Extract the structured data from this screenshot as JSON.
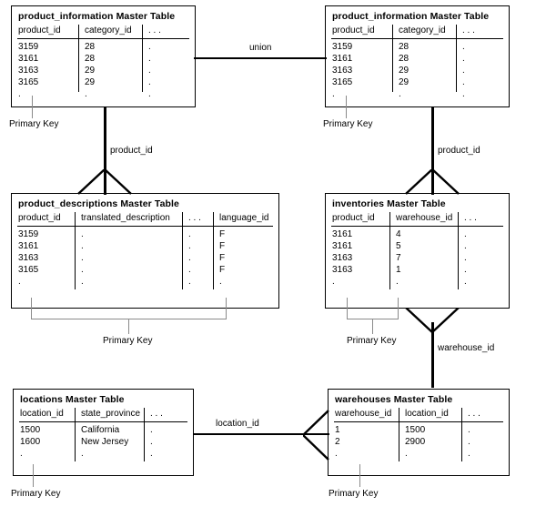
{
  "diagram": {
    "type": "entity-relationship-diagram",
    "pk_label": "Primary Key",
    "tables": [
      {
        "id": "product_information_left",
        "title": "product_information Master Table",
        "columns": [
          "product_id",
          "category_id",
          ". . ."
        ],
        "rows": [
          [
            "3159",
            "28",
            "."
          ],
          [
            "3161",
            "28",
            "."
          ],
          [
            "3163",
            "29",
            "."
          ],
          [
            "3165",
            "29",
            "."
          ],
          [
            ".",
            ".",
            "."
          ]
        ],
        "primary_key": [
          "product_id"
        ]
      },
      {
        "id": "product_information_right",
        "title": "product_information Master Table",
        "columns": [
          "product_id",
          "category_id",
          ". . ."
        ],
        "rows": [
          [
            "3159",
            "28",
            "."
          ],
          [
            "3161",
            "28",
            "."
          ],
          [
            "3163",
            "29",
            "."
          ],
          [
            "3165",
            "29",
            "."
          ],
          [
            ".",
            ".",
            "."
          ]
        ],
        "primary_key": [
          "product_id"
        ]
      },
      {
        "id": "product_descriptions",
        "title": "product_descriptions Master Table",
        "columns": [
          "product_id",
          "translated_description",
          ". . .",
          "language_id"
        ],
        "rows": [
          [
            "3159",
            ".",
            ".",
            "F"
          ],
          [
            "3161",
            ".",
            ".",
            "F"
          ],
          [
            "3163",
            ".",
            ".",
            "F"
          ],
          [
            "3165",
            ".",
            ".",
            "F"
          ],
          [
            ".",
            ".",
            ".",
            "."
          ]
        ],
        "primary_key": [
          "product_id",
          "language_id"
        ]
      },
      {
        "id": "inventories",
        "title": "inventories Master Table",
        "columns": [
          "product_id",
          "warehouse_id",
          ". . ."
        ],
        "rows": [
          [
            "3161",
            "4",
            "."
          ],
          [
            "3161",
            "5",
            "."
          ],
          [
            "3163",
            "7",
            "."
          ],
          [
            "3163",
            "1",
            "."
          ],
          [
            ".",
            ".",
            "."
          ]
        ],
        "primary_key": [
          "product_id",
          "warehouse_id"
        ]
      },
      {
        "id": "locations",
        "title": "locations Master Table",
        "columns": [
          "location_id",
          "state_province",
          ". . ."
        ],
        "rows": [
          [
            "1500",
            "California",
            "."
          ],
          [
            "1600",
            "New Jersey",
            "."
          ],
          [
            ".",
            ".",
            "."
          ]
        ],
        "primary_key": [
          "location_id"
        ]
      },
      {
        "id": "warehouses",
        "title": "warehouses Master Table",
        "columns": [
          "warehouse_id",
          "location_id",
          ". . ."
        ],
        "rows": [
          [
            "1",
            "1500",
            "."
          ],
          [
            "2",
            "2900",
            "."
          ],
          [
            ".",
            ".",
            "."
          ]
        ],
        "primary_key": [
          "warehouse_id"
        ]
      }
    ],
    "relationships": [
      {
        "id": "union",
        "label": "union",
        "from": "product_information_left",
        "to": "product_information_right",
        "cardinality": "none"
      },
      {
        "id": "pi_to_pd",
        "label": "product_id",
        "from": "product_information_left",
        "to": "product_descriptions",
        "cardinality": "one-to-many"
      },
      {
        "id": "pi_to_inv",
        "label": "product_id",
        "from": "product_information_right",
        "to": "inventories",
        "cardinality": "one-to-many"
      },
      {
        "id": "inv_to_wh",
        "label": "warehouse_id",
        "from": "warehouses",
        "to": "inventories",
        "cardinality": "one-to-many"
      },
      {
        "id": "loc_to_wh",
        "label": "location_id",
        "from": "locations",
        "to": "warehouses",
        "cardinality": "one-to-many"
      }
    ],
    "colors": {
      "line": "#000000",
      "bracket": "#8a8a8a",
      "background": "#ffffff"
    }
  }
}
